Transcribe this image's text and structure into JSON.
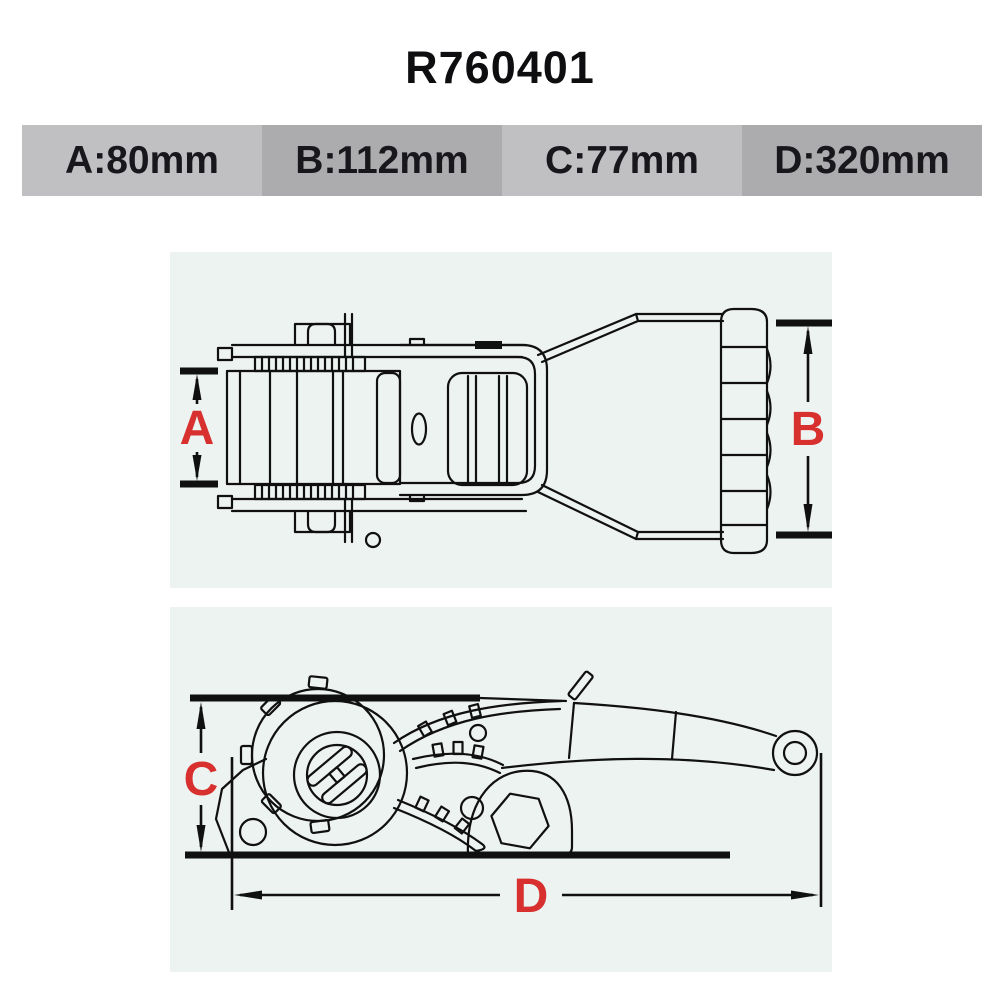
{
  "page": {
    "title": "R760401"
  },
  "dimensions_table": {
    "cells": [
      {
        "id": "A",
        "label": "A",
        "value": "80mm",
        "text": "A:80mm"
      },
      {
        "id": "B",
        "label": "B",
        "value": "112mm",
        "text": "B:112mm"
      },
      {
        "id": "C",
        "label": "C",
        "value": "77mm",
        "text": "C:77mm"
      },
      {
        "id": "D",
        "label": "D",
        "value": "320mm",
        "text": "D:320mm"
      }
    ]
  },
  "drawings": {
    "top_view": {
      "description": "ratchet buckle top view",
      "label_a": "A",
      "label_b": "B"
    },
    "side_view": {
      "description": "ratchet buckle side view",
      "label_c": "C",
      "label_d": "D"
    }
  },
  "colors": {
    "accent_red": "#d7302f",
    "table_cell_light": "#c0c0c2",
    "table_cell_dark": "#acacae",
    "panel_background": "#edf3f1",
    "line": "#101010",
    "text": "#17171c"
  }
}
